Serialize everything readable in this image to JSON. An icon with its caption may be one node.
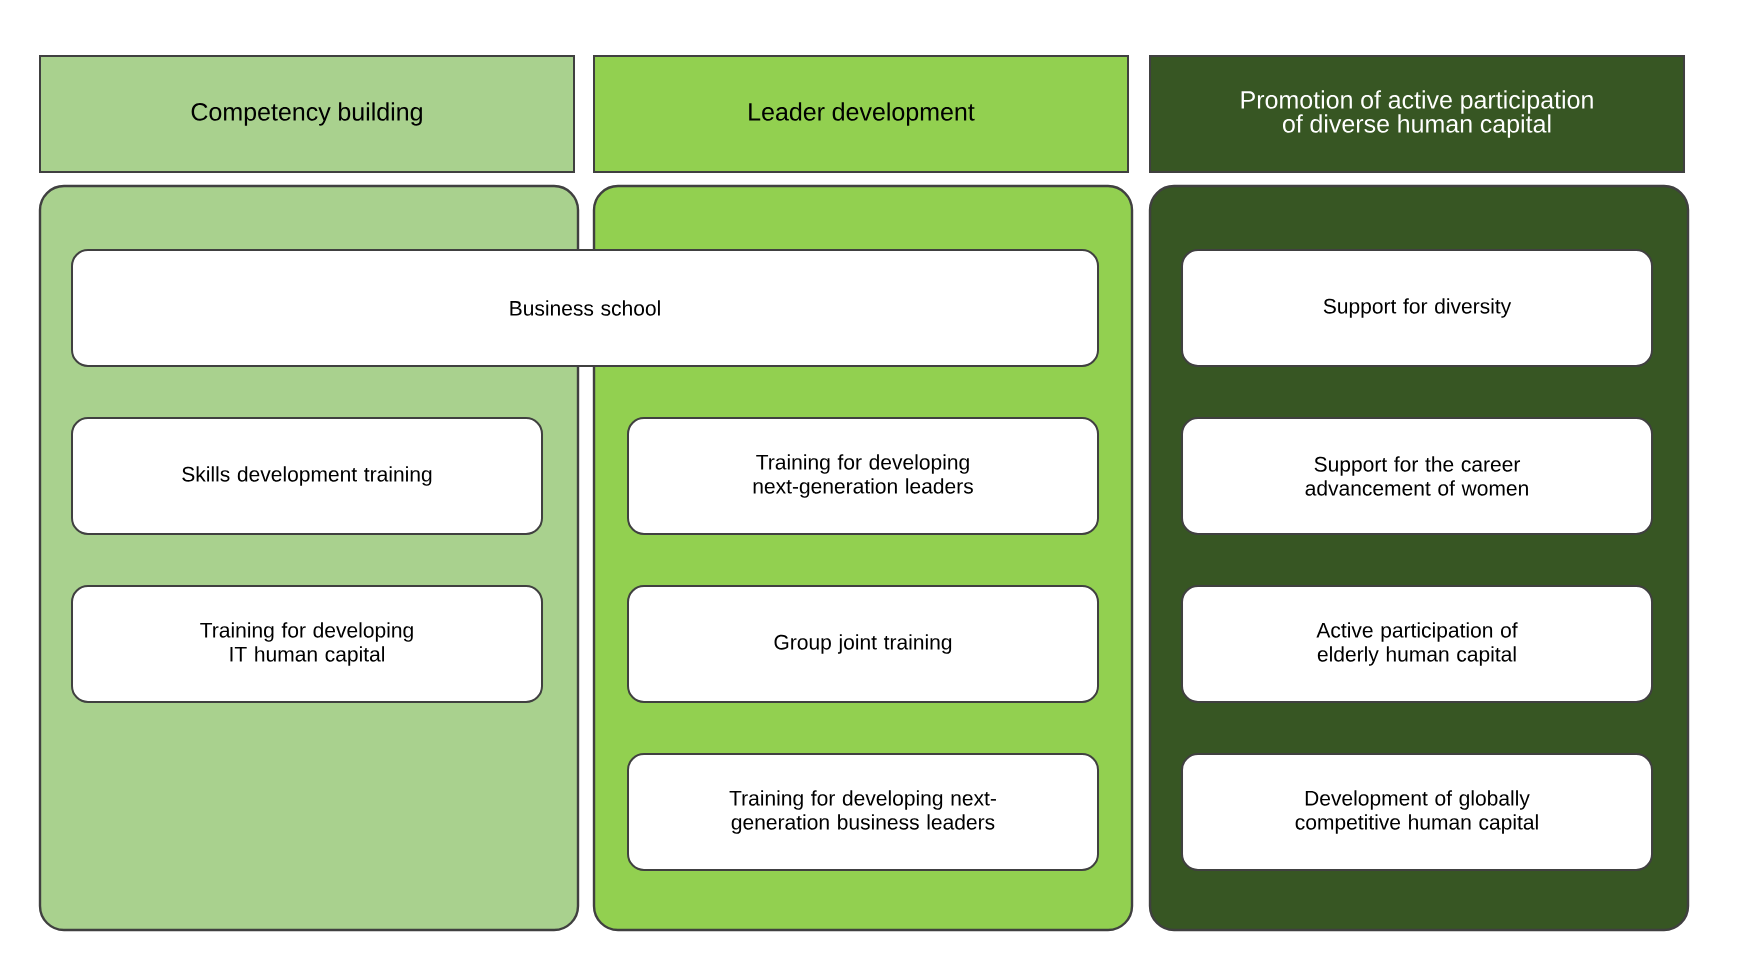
{
  "diagram": {
    "nodes": [
      {
        "text": [
          "Competency building"
        ]
      },
      {
        "text": [
          "Leader development"
        ]
      },
      {
        "text": [
          "Promotion of active participation of diverse human capital"
        ]
      },
      {
        "text": [],
        "shape": "box"
      },
      {
        "text": [],
        "shape": "box"
      },
      {
        "text": [],
        "shape": "box"
      },
      {
        "text": [
          "Business school"
        ]
      },
      {
        "text": [
          "Skills development training"
        ],
        "in": 3
      },
      {
        "text": [
          "Training for developing IT human capital"
        ],
        "in": 3
      },
      {
        "text": [
          "Training for developing next-generation leaders"
        ],
        "in": 4
      },
      {
        "text": [
          "Group joint training"
        ],
        "in": 4
      },
      {
        "text": [
          "Training for developing next-generation business leaders"
        ],
        "in": 4
      },
      {
        "text": [
          "Support for diversity"
        ],
        "in": 5
      },
      {
        "text": [
          "Support for the career advancement of women"
        ],
        "in": 5
      },
      {
        "text": [
          "Active participation of elderly human capital"
        ],
        "in": 5
      },
      {
        "text": [
          "Development of globally competitive human capital"
        ],
        "in": 5
      }
    ]
  }
}
